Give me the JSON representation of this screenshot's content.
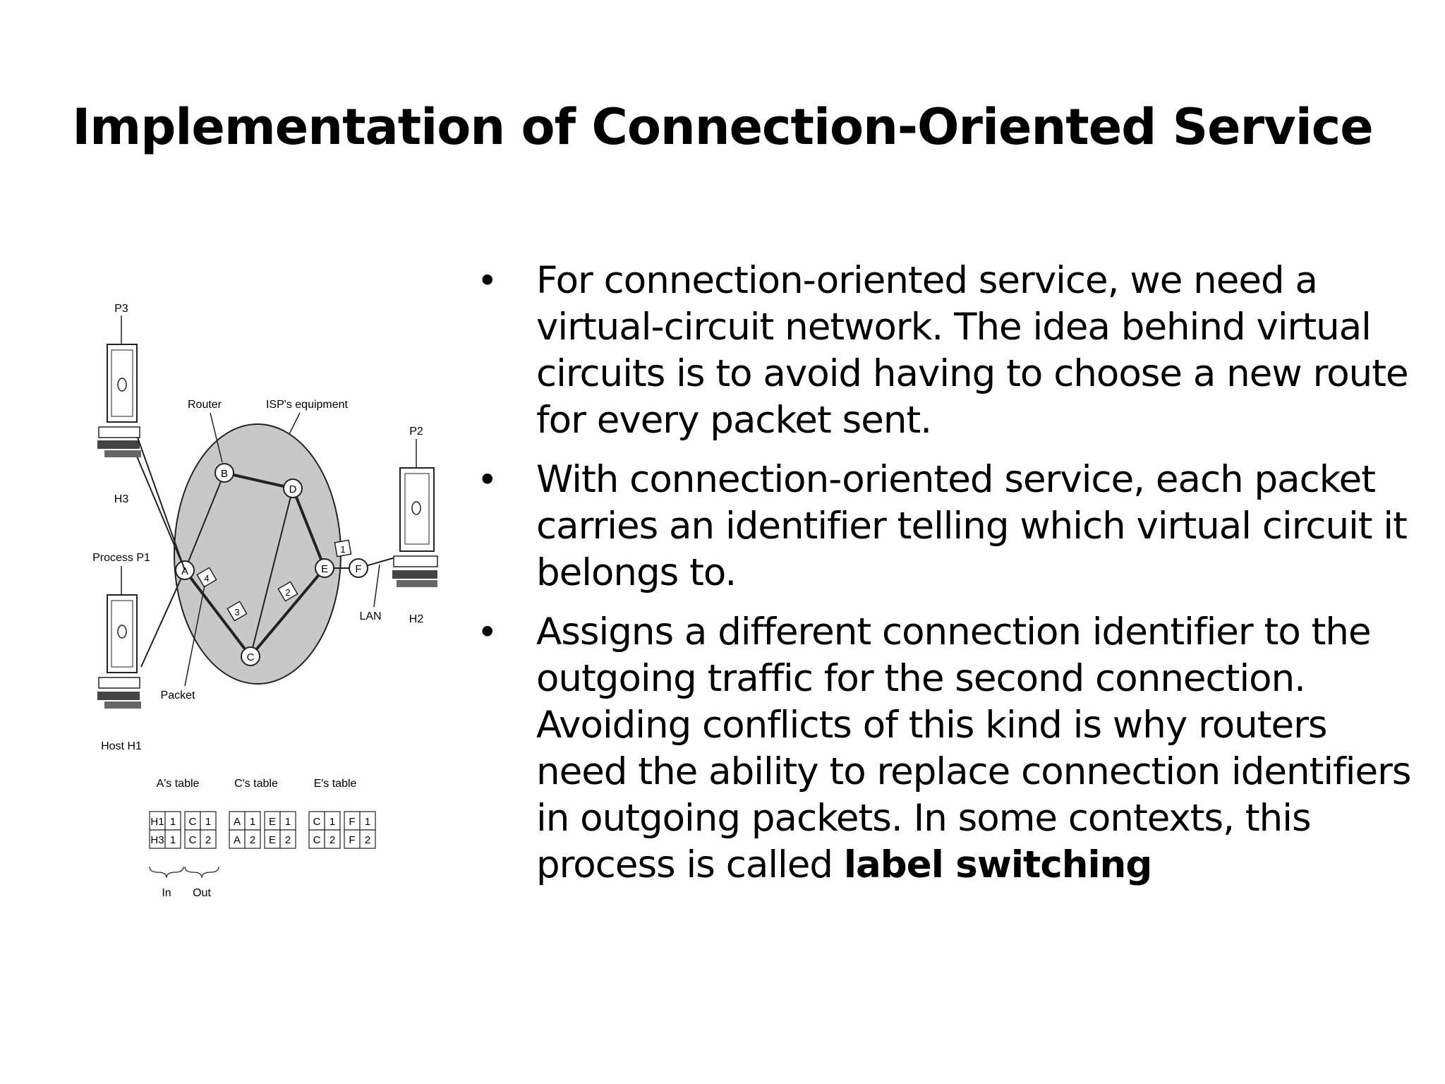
{
  "slide": {
    "title": "Implementation of Connection-Oriented Service"
  },
  "bullets": [
    {
      "text": "For connection-oriented service, we need a virtual-circuit network. The idea behind virtual circuits is to avoid having to choose a new route for every packet sent.",
      "bold": ""
    },
    {
      "text": "With connection-oriented service, each packet carries an identifier telling which virtual circuit it belongs to.",
      "bold": ""
    },
    {
      "text": "Assigns a different connection identifier to the outgoing traffic for the second connection. Avoiding conflicts of this kind is why routers need the ability to replace connection identifiers in outgoing packets. In some contexts, this process is called ",
      "bold": "label switching"
    }
  ],
  "diagram": {
    "labels": {
      "p3": "P3",
      "h3": "H3",
      "process_p1": "Process P1",
      "host_h1": "Host H1",
      "router": "Router",
      "isp": "ISP's equipment",
      "p2": "P2",
      "h2": "H2",
      "lan": "LAN",
      "packet": "Packet"
    },
    "nodes": {
      "a": "A",
      "b": "B",
      "c": "C",
      "d": "D",
      "e": "E",
      "f": "F"
    },
    "packets": {
      "p4": "4",
      "p3": "3",
      "p2": "2",
      "p1": "1"
    },
    "tables": {
      "a_title": "A's table",
      "c_title": "C's table",
      "e_title": "E's table",
      "a_in": [
        [
          "H1",
          "1"
        ],
        [
          "H3",
          "1"
        ]
      ],
      "a_out": [
        [
          "C",
          "1"
        ],
        [
          "C",
          "2"
        ]
      ],
      "c_in": [
        [
          "A",
          "1"
        ],
        [
          "A",
          "2"
        ]
      ],
      "c_out": [
        [
          "E",
          "1"
        ],
        [
          "E",
          "2"
        ]
      ],
      "e_in": [
        [
          "C",
          "1"
        ],
        [
          "C",
          "2"
        ]
      ],
      "e_out": [
        [
          "F",
          "1"
        ],
        [
          "F",
          "2"
        ]
      ],
      "in_label": "In",
      "out_label": "Out"
    }
  },
  "colors": {
    "isp_fill": "#c8c8c8",
    "line": "#222222"
  }
}
